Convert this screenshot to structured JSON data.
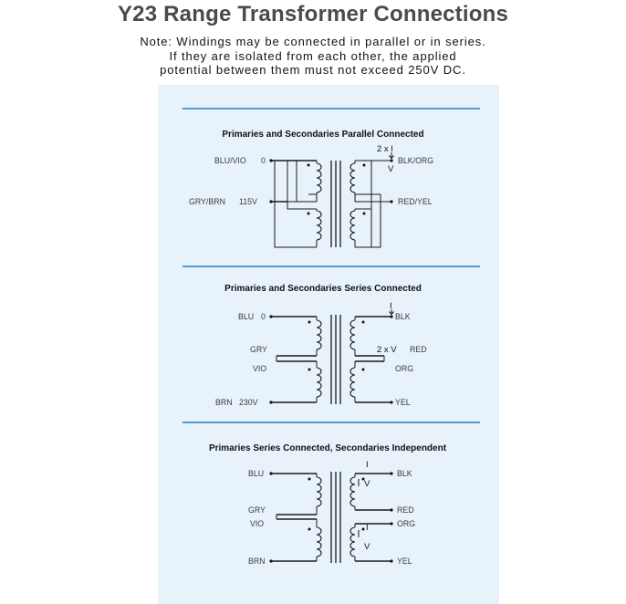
{
  "title": "Y23 Range Transformer Connections",
  "note": [
    "Note: Windings may be connected in parallel or in series.",
    "If they are isolated from each other, the applied",
    "potential between them must not exceed 250V DC."
  ],
  "colors": {
    "panel": "#e8f2fb",
    "separator": "#1d7fc3",
    "wire": "#1a1a1a"
  },
  "diagrams": {
    "parallel": {
      "title": "Primaries and Secondaries Parallel Connected",
      "left_top": "BLU/VIO",
      "left_top_value": "0",
      "left_bottom": "GRY/BRN",
      "left_bottom_value": "115V",
      "current": "2 x I",
      "voltage": "V",
      "right_top": "BLK/ORG",
      "right_bottom": "RED/YEL"
    },
    "series": {
      "title": "Primaries and Secondaries Series Connected",
      "blu": "BLU",
      "blu_value": "0",
      "gry": "GRY",
      "vio": "VIO",
      "brn": "BRN",
      "brn_value": "230V",
      "current": "I",
      "voltage": "2 x V",
      "blk": "BLK",
      "red": "RED",
      "org": "ORG",
      "yel": "YEL"
    },
    "independent": {
      "title": "Primaries  Series Connected,  Secondaries Independent",
      "blu": "BLU",
      "gry": "GRY",
      "vio": "VIO",
      "brn": "BRN",
      "blk": "BLK",
      "red": "RED",
      "org": "ORG",
      "yel": "YEL",
      "current_top": "I",
      "voltage_top": "V",
      "current_bottom": "I",
      "voltage_bottom": "V"
    }
  }
}
